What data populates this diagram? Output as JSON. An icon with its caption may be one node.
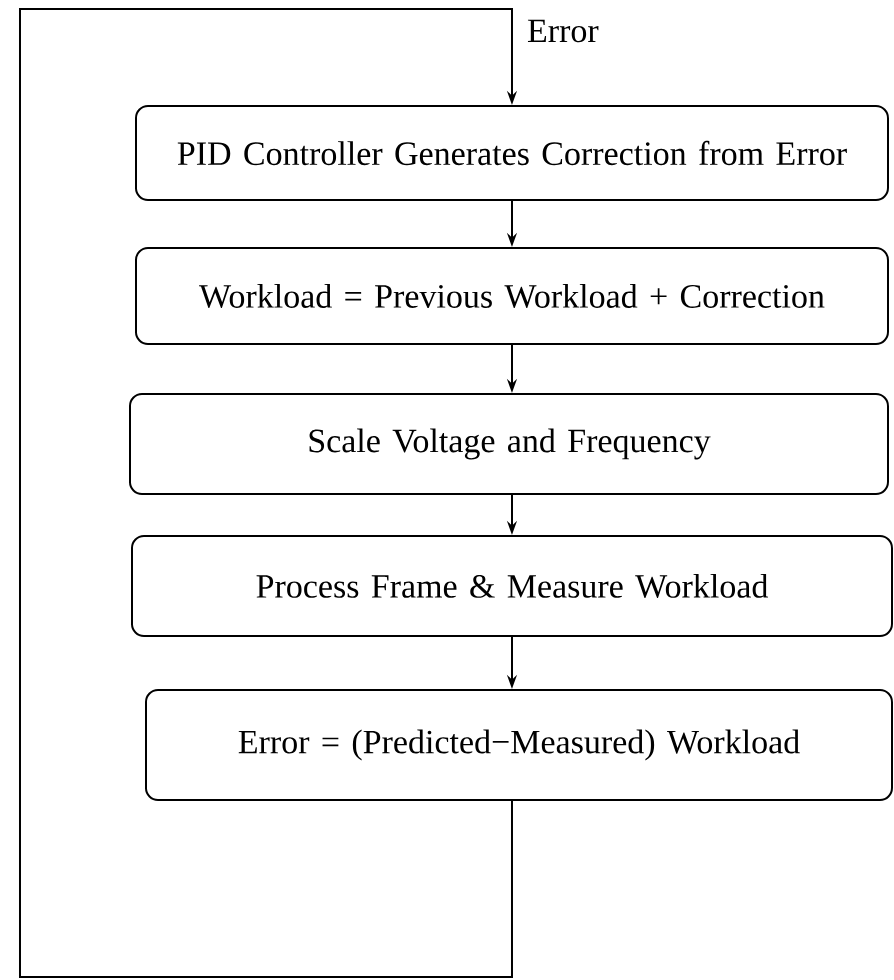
{
  "diagram": {
    "nodes": [
      {
        "text": [
          "PID Controller Generates Correction  from Error"
        ]
      },
      {
        "text": [
          "Workload = Previous Workload + Correction"
        ]
      },
      {
        "text": [
          "Scale Voltage and Frequency"
        ]
      },
      {
        "text": [
          "Process Frame & Measure Workload"
        ]
      },
      {
        "text": [
          "Error = (Predicted−Measured) Workload"
        ]
      }
    ],
    "edges": [
      {
        "from": 0,
        "to": 1,
        "arrow": "to"
      },
      {
        "from": 1,
        "to": 2,
        "arrow": "to"
      },
      {
        "from": 2,
        "to": 3,
        "arrow": "to"
      },
      {
        "from": 3,
        "to": 4,
        "arrow": "to"
      },
      {
        "from": 4,
        "to": 0,
        "arrow": "to",
        "label": "Error"
      }
    ]
  }
}
